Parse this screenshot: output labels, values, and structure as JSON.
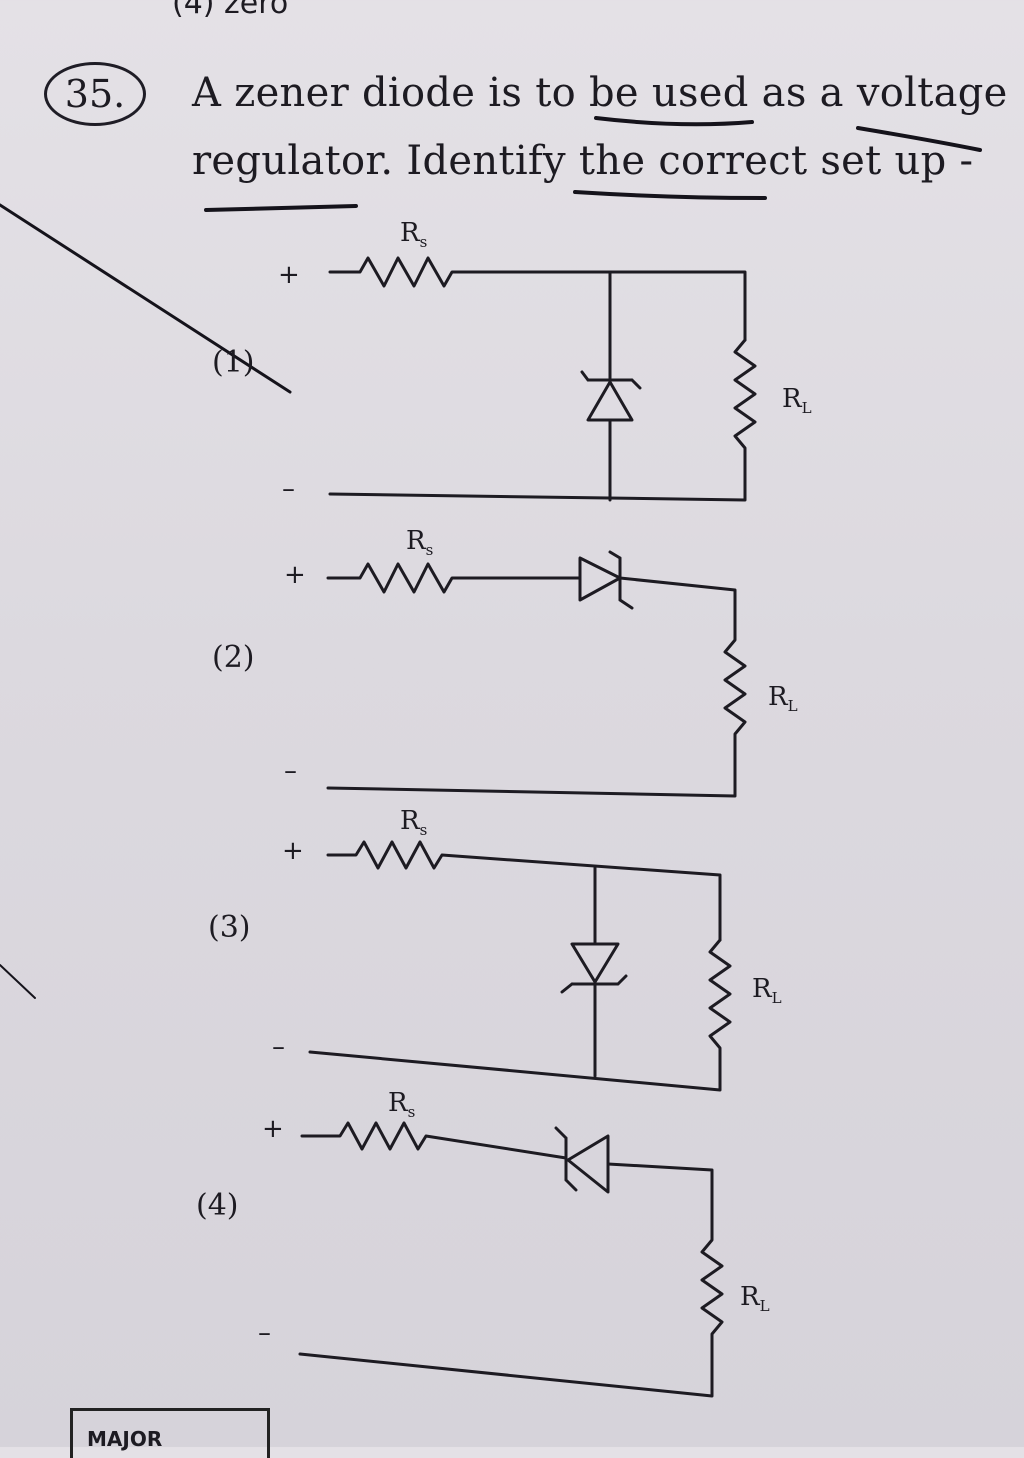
{
  "previous_option": "(4)  zero",
  "question": {
    "number": "35.",
    "line1": "A zener diode is to be used as a voltage",
    "line2": "regulator. Identify the correct set up -"
  },
  "options": [
    {
      "label": "(1)",
      "rs": "R",
      "rs_sub": "s",
      "rl": "R",
      "rl_sub": "L",
      "plus": "+",
      "minus": "–"
    },
    {
      "label": "(2)",
      "rs": "R",
      "rs_sub": "s",
      "rl": "R",
      "rl_sub": "L",
      "plus": "+",
      "minus": "–"
    },
    {
      "label": "(3)",
      "rs": "R",
      "rs_sub": "s",
      "rl": "R",
      "rl_sub": "L",
      "plus": "+",
      "minus": "–"
    },
    {
      "label": "(4)",
      "rs": "R",
      "rs_sub": "s",
      "rl": "R",
      "rl_sub": "L",
      "plus": "+",
      "minus": "–"
    }
  ],
  "footer": "MAJOR"
}
